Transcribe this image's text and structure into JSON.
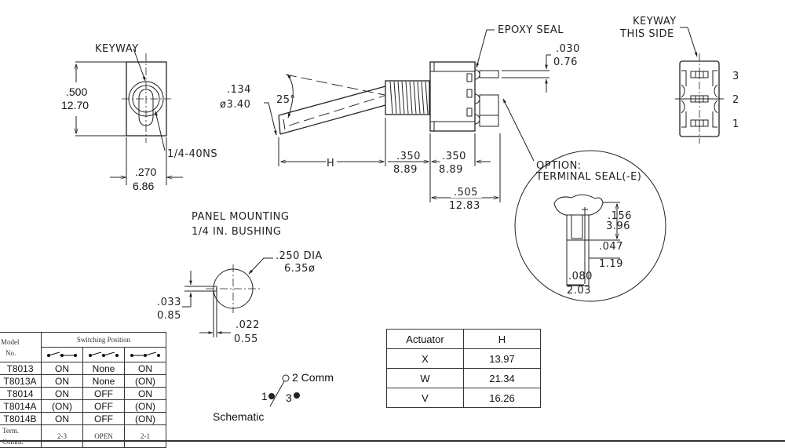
{
  "front_view": {
    "keyway_label": "KEYWAY",
    "height_in": ".500",
    "height_mm": "12.70",
    "width_in": ".270",
    "width_mm": "6.86",
    "thread_label": "1/4-40NS"
  },
  "side_view": {
    "lever_dia_in": ".134",
    "lever_dia_mm": "ø3.40",
    "angle_label": "25°",
    "h_label": "H",
    "bushing_len_in": ".350",
    "bushing_len_mm": "8.89",
    "body_len_in": ".350",
    "body_len_mm": "8.89",
    "total_len_in": ".505",
    "total_len_mm": "12.83",
    "epoxy_label": "EPOXY SEAL",
    "term_thk_in": ".030",
    "term_thk_mm": "0.76"
  },
  "rear_view": {
    "keyway_line1": "KEYWAY",
    "keyway_line2": "THIS SIDE",
    "pin_labels": [
      "3",
      "2",
      "1"
    ]
  },
  "detail": {
    "option_line1": "OPTION:",
    "option_line2": "TERMINAL SEAL(-E)",
    "dim1_in": ".156",
    "dim1_mm": "3.96",
    "dim2_in": ".047",
    "dim2_mm": "1.19",
    "dim3_in": ".080",
    "dim3_mm": "2.03"
  },
  "panel": {
    "title_line1": "PANEL MOUNTING",
    "title_line2": "1/4 IN. BUSHING",
    "dia_in": ".250 DIA",
    "dia_mm": "6.35ø",
    "key_h_in": ".033",
    "key_h_mm": "0.85",
    "key_w_in": ".022",
    "key_w_mm": "0.55"
  },
  "model_table": {
    "header_model_line1": "Model",
    "header_model_line2": "No.",
    "header_switching": "Switching Position",
    "rows": [
      {
        "model": "T8013",
        "p1": "ON",
        "p2": "None",
        "p3": "ON"
      },
      {
        "model": "T8013A",
        "p1": "ON",
        "p2": "None",
        "p3": "(ON)"
      },
      {
        "model": "T8014",
        "p1": "ON",
        "p2": "OFF",
        "p3": "ON"
      },
      {
        "model": "T8014A",
        "p1": "(ON)",
        "p2": "OFF",
        "p3": "(ON)"
      },
      {
        "model": "T8014B",
        "p1": "ON",
        "p2": "OFF",
        "p3": "(ON)"
      }
    ],
    "term_line1": "Term.",
    "term_line2": "Comm.",
    "term_values": [
      "2-3",
      "OPEN",
      "2-1"
    ]
  },
  "actuator_table": {
    "headers": [
      "Actuator",
      "H"
    ],
    "rows": [
      {
        "actuator": "X",
        "h": "13.97"
      },
      {
        "actuator": "W",
        "h": "21.34"
      },
      {
        "actuator": "V",
        "h": "16.26"
      }
    ]
  },
  "schematic": {
    "comm_label": "2 Comm",
    "pin1_label": "1",
    "pin3_label": "3",
    "title": "Schematic"
  }
}
